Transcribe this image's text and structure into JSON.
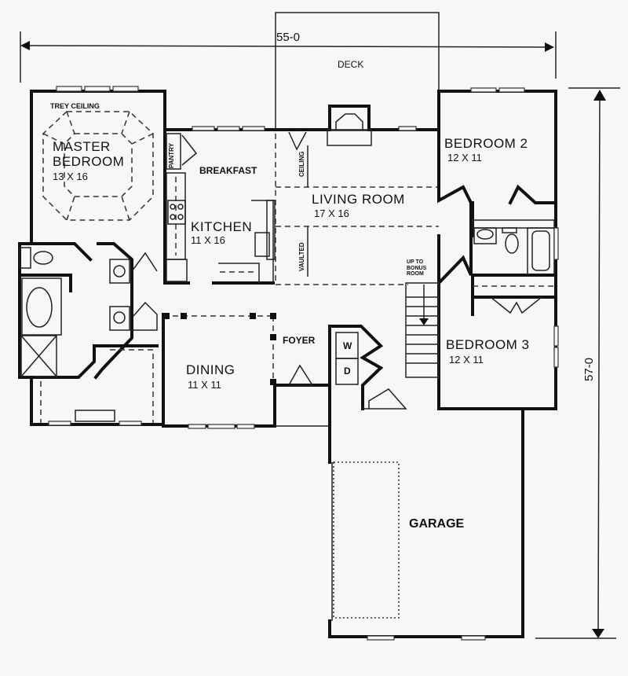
{
  "plan": {
    "overall_width": "55-0",
    "overall_depth": "57-0",
    "notes": {
      "trey_ceiling": "TREY CEILING",
      "pantry": "PANTRY",
      "ceiling": "CEILING",
      "vaulted": "VAULTED",
      "up_to_bonus": "UP TO BONUS ROOM"
    },
    "rooms": [
      {
        "id": "deck",
        "name": "DECK",
        "size": ""
      },
      {
        "id": "master",
        "name": "MASTER BEDROOM",
        "name_line1": "MASTER",
        "name_line2": "BEDROOM",
        "size": "13 X 16"
      },
      {
        "id": "breakfast",
        "name": "BREAKFAST",
        "size": ""
      },
      {
        "id": "kitchen",
        "name": "KITCHEN",
        "size": "11 X 16"
      },
      {
        "id": "living",
        "name": "LIVING ROOM",
        "size": "17 X 16"
      },
      {
        "id": "bedroom2",
        "name": "BEDROOM 2",
        "size": "12 X 11"
      },
      {
        "id": "bedroom3",
        "name": "BEDROOM 3",
        "size": "12 X 11"
      },
      {
        "id": "dining",
        "name": "DINING",
        "size": "11 X 11"
      },
      {
        "id": "foyer",
        "name": "FOYER",
        "size": ""
      },
      {
        "id": "garage",
        "name": "GARAGE",
        "size": ""
      }
    ],
    "laundry": {
      "washer": "W",
      "dryer": "D"
    }
  }
}
